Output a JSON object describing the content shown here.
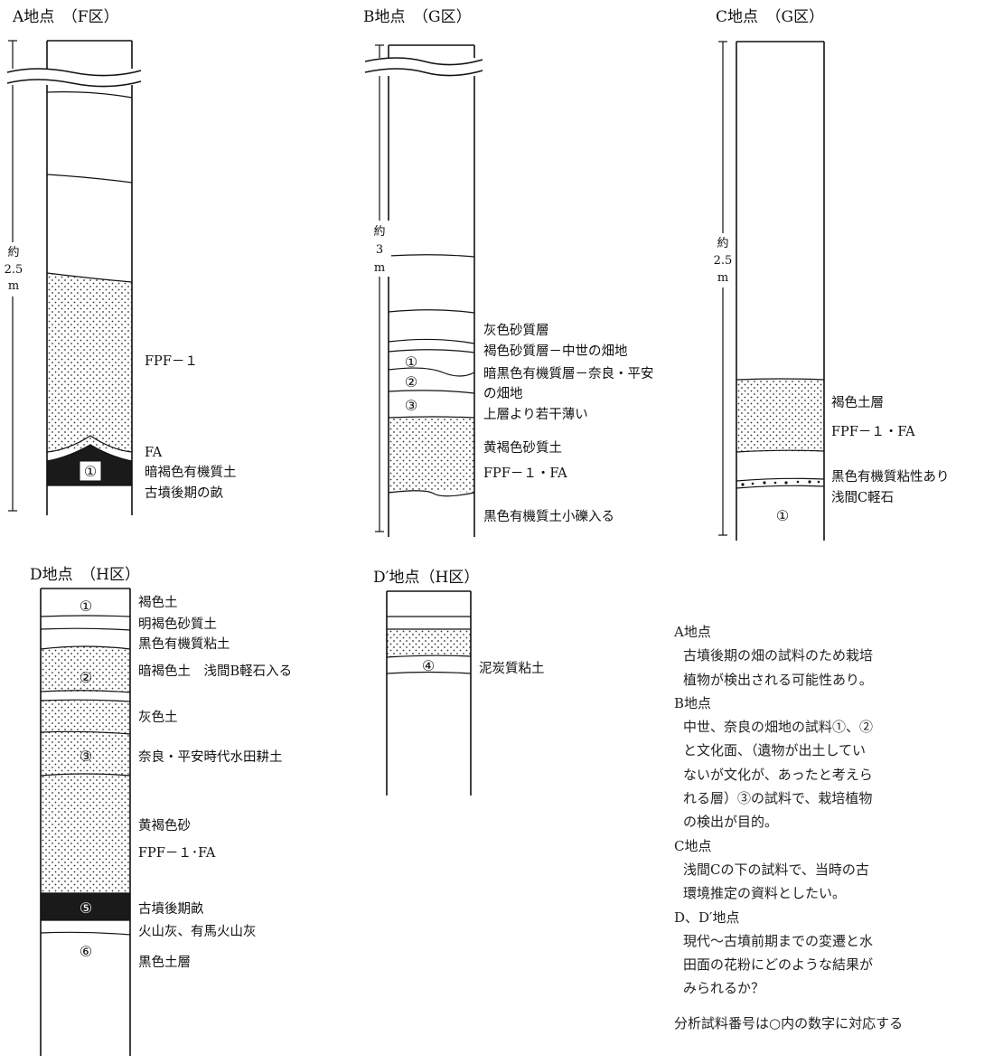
{
  "columns": [
    {
      "id": "A",
      "title": "A地点　（F区）",
      "height_label": [
        "約",
        "2.5",
        "m"
      ],
      "labels": [
        "FPF－１",
        "FA",
        "暗褐色有機質土",
        "古墳後期の畝"
      ],
      "markers": [
        "①"
      ]
    },
    {
      "id": "B",
      "title": "B地点　（G区）",
      "height_label": [
        "約",
        "3",
        "m"
      ],
      "labels": [
        "灰色砂質層",
        "褐色砂質層－中世の畑地",
        "暗黒色有機質層－奈良・平安",
        "の畑地",
        "上層より若干薄い",
        "黄褐色砂質土",
        "FPF－１・FA",
        "黒色有機質土小礫入る"
      ],
      "markers": [
        "①",
        "②",
        "③"
      ]
    },
    {
      "id": "C",
      "title": "C地点　（G区）",
      "height_label": [
        "約",
        "2.5",
        "m"
      ],
      "labels": [
        "褐色土層",
        "FPF－１・FA",
        "黒色有機質粘性あり",
        "浅間C軽石"
      ],
      "markers": [
        "①"
      ]
    },
    {
      "id": "D",
      "title": "D地点　（H区）",
      "labels": [
        "褐色土",
        "明褐色砂質土",
        "黒色有機質粘土",
        "暗褐色土　浅間B軽石入る",
        "灰色土",
        "奈良・平安時代水田耕土",
        "黄褐色砂",
        "FPF－１･FA",
        "古墳後期畝",
        "火山灰、有馬火山灰",
        "黒色土層"
      ],
      "markers": [
        "①",
        "②",
        "③",
        "⑤",
        "⑥"
      ]
    },
    {
      "id": "Dp",
      "title": "D′地点（H区）",
      "labels": [
        "泥炭質粘土"
      ],
      "markers": [
        "④"
      ]
    }
  ],
  "notes": [
    {
      "point": "A地点",
      "text": [
        "古墳後期の畑の試料のため栽培",
        "植物が検出される可能性あり。"
      ]
    },
    {
      "point": "B地点",
      "text": [
        "中世、奈良の畑地の試料①、②",
        "と文化面、（遺物が出土してい",
        "ないが文化が、あったと考えら",
        "れる層）③の試料で、栽培植物",
        "の検出が目的。"
      ]
    },
    {
      "point": "C地点",
      "text": [
        "浅間Cの下の試料で、当時の古",
        "環境推定の資料としたい。"
      ]
    },
    {
      "point": "D、D′地点",
      "text": [
        "現代～古墳前期までの変遷と水",
        "田面の花粉にどのような結果が",
        "みられるか？"
      ]
    }
  ],
  "footnote": "分析試料番号は○内の数字に対応する"
}
